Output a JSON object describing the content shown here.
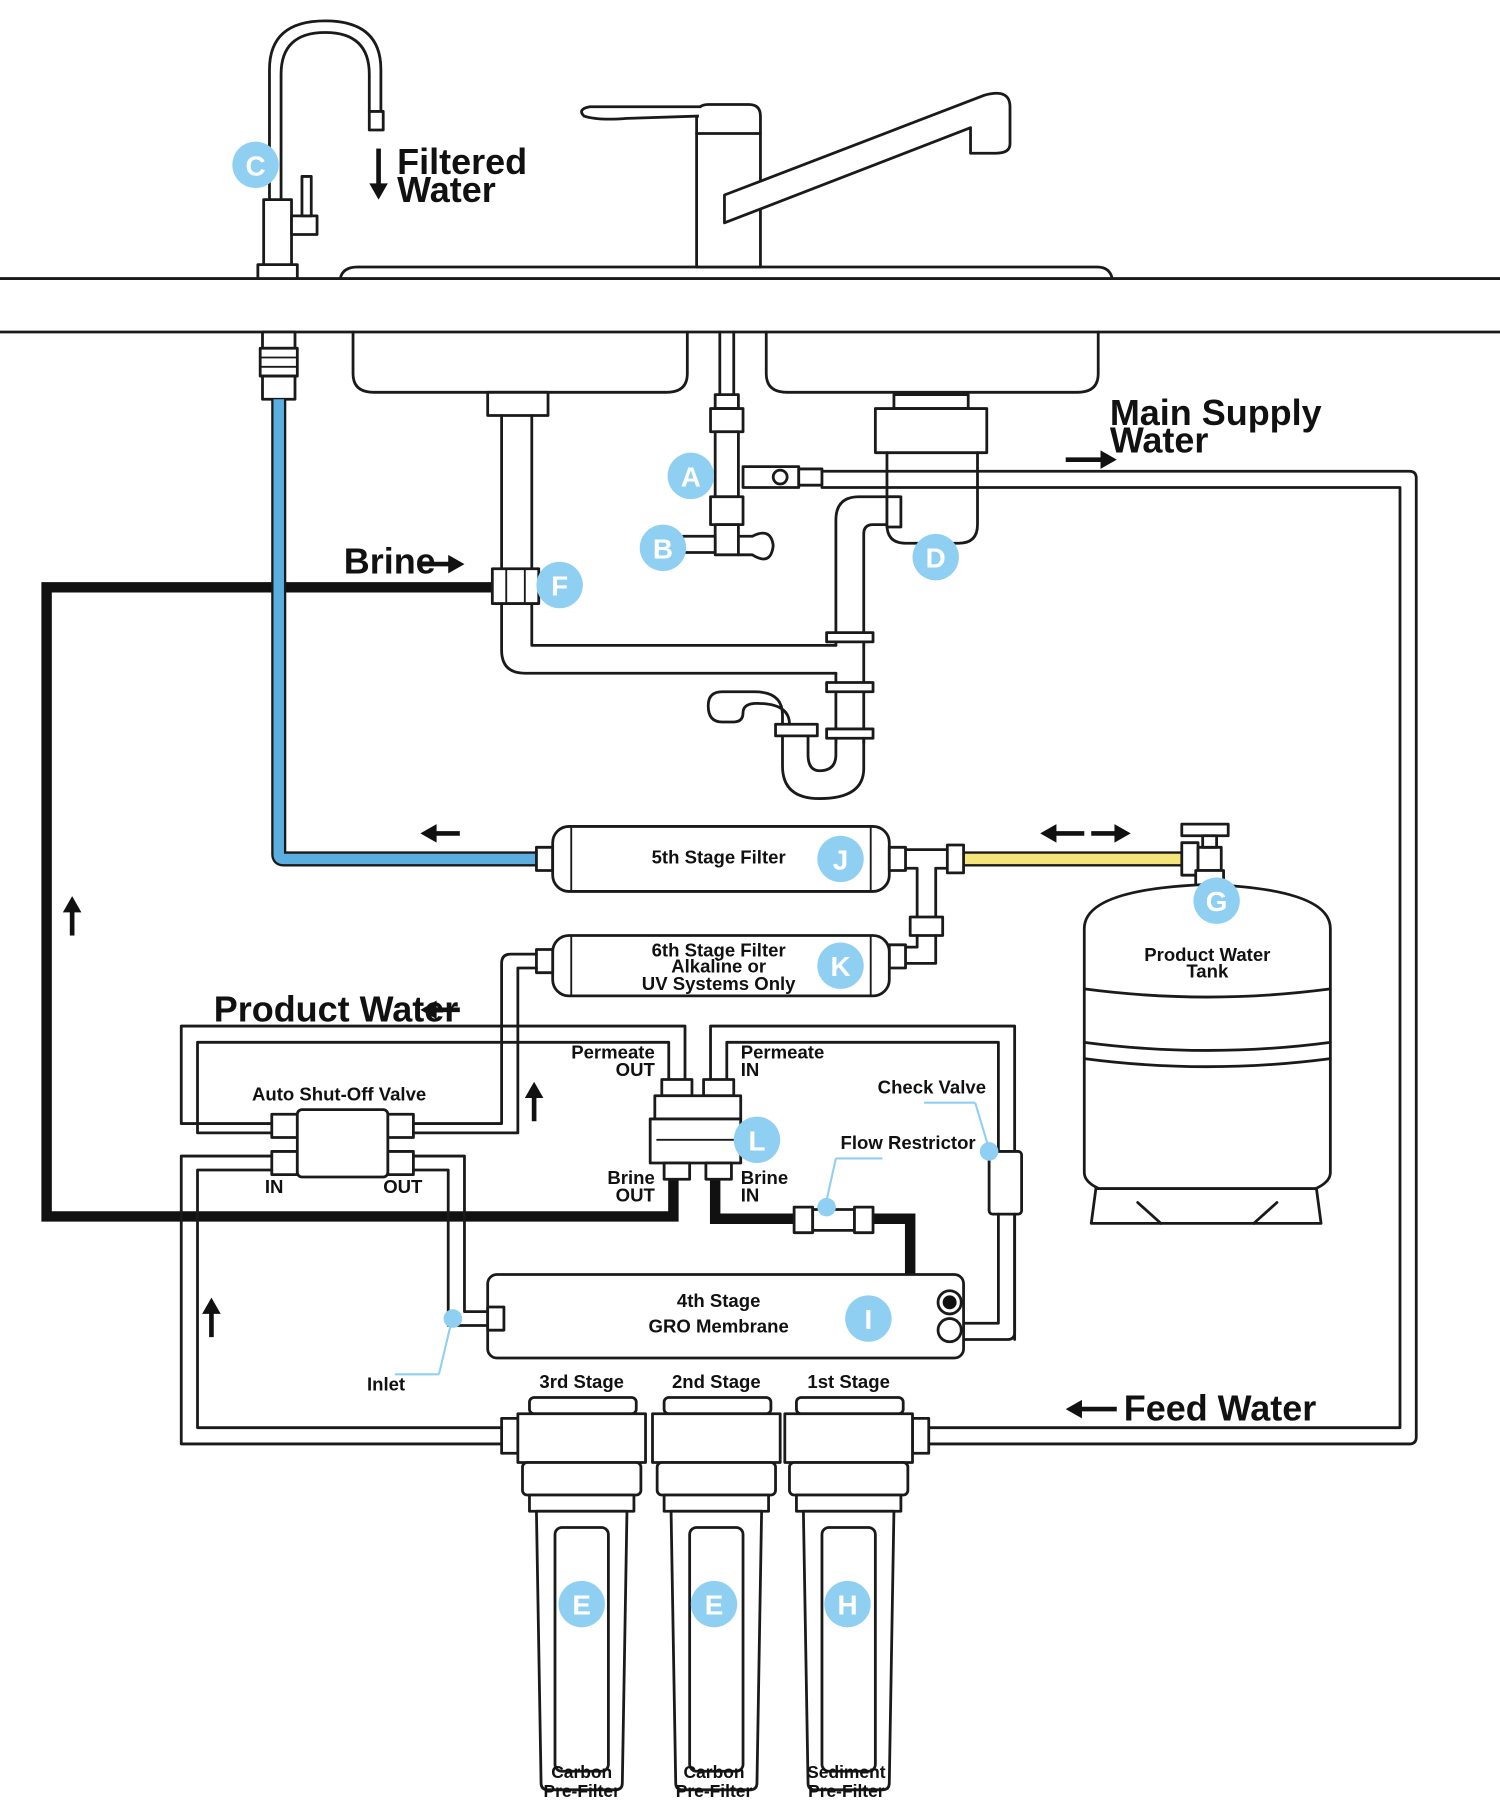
{
  "colors": {
    "line": "#1a1a1a",
    "filtered_tube": "#5aaee0",
    "tank_tube": "#f5e47a",
    "badge": "#8fd0f2",
    "brine_line": "#111111"
  },
  "flow_labels": {
    "filtered_water": [
      "Filtered",
      "Water"
    ],
    "main_supply_water": [
      "Main Supply",
      "Water"
    ],
    "brine": "Brine",
    "product_water": "Product Water",
    "feed_water": "Feed Water"
  },
  "badges": [
    "A",
    "B",
    "C",
    "D",
    "E",
    "E",
    "F",
    "G",
    "H",
    "I",
    "J",
    "K",
    "L"
  ],
  "components": {
    "stage5": "5th Stage Filter",
    "stage6": [
      "6th Stage Filter",
      "Alkaline or",
      "UV Systems Only"
    ],
    "tank": [
      "Product Water",
      "Tank"
    ],
    "auto_shutoff": "Auto Shut-Off Valve",
    "asv_in": "IN",
    "asv_out": "OUT",
    "permeate_out": [
      "Permeate",
      "OUT"
    ],
    "permeate_in": [
      "Permeate",
      "IN"
    ],
    "brine_out": [
      "Brine",
      "OUT"
    ],
    "brine_in": [
      "Brine",
      "IN"
    ],
    "check_valve": "Check Valve",
    "flow_restrictor": "Flow Restrictor",
    "membrane": [
      "4th Stage",
      "GRO Membrane"
    ],
    "inlet": "Inlet"
  },
  "prefilters": {
    "stages": [
      "3rd Stage",
      "2nd Stage",
      "1st Stage"
    ],
    "names": [
      [
        "Carbon",
        "Pre-Filter"
      ],
      [
        "Carbon",
        "Pre-Filter"
      ],
      [
        "Sediment",
        "Pre-Filter"
      ]
    ]
  },
  "icons": [
    "arrow-down-icon",
    "arrow-right-icon",
    "arrow-left-icon",
    "arrow-up-icon"
  ]
}
